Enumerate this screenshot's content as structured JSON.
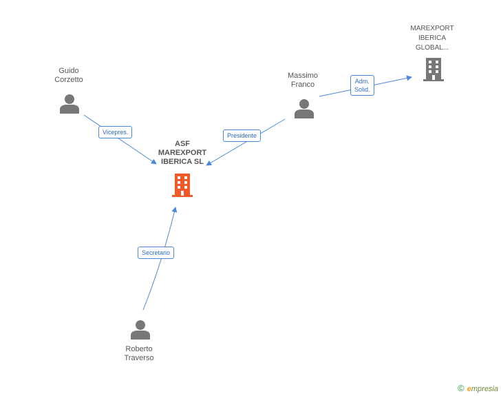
{
  "center": {
    "name_lines": [
      "ASF",
      "MAREXPORT",
      "IBERICA SL"
    ],
    "icon": "building-icon",
    "color": "#f05a28"
  },
  "persons": [
    {
      "id": "guido",
      "lines": [
        "Guido",
        "Corzetto"
      ],
      "icon": "person-icon"
    },
    {
      "id": "massimo",
      "lines": [
        "Massimo",
        "Franco"
      ],
      "icon": "person-icon"
    },
    {
      "id": "roberto",
      "lines": [
        "Roberto",
        "Traverso"
      ],
      "icon": "person-icon"
    }
  ],
  "companies": [
    {
      "id": "marexport-global",
      "lines": [
        "MAREXPORT",
        "IBERICA",
        "GLOBAL..."
      ],
      "icon": "building-icon",
      "color": "#777777"
    }
  ],
  "edges": [
    {
      "from": "guido",
      "to": "center",
      "label": [
        "Vicepres."
      ]
    },
    {
      "from": "massimo",
      "to": "center",
      "label": [
        "Presidente"
      ]
    },
    {
      "from": "massimo",
      "to": "marexport-global",
      "label": [
        "Adm.",
        "Solid."
      ]
    },
    {
      "from": "roberto",
      "to": "center",
      "label": [
        "Secretario"
      ]
    }
  ],
  "colors": {
    "edge": "#4a87d6",
    "person": "#777777"
  },
  "footer": {
    "copyright_symbol": "©",
    "brand_initial": "e",
    "brand_rest": "mpresia"
  }
}
